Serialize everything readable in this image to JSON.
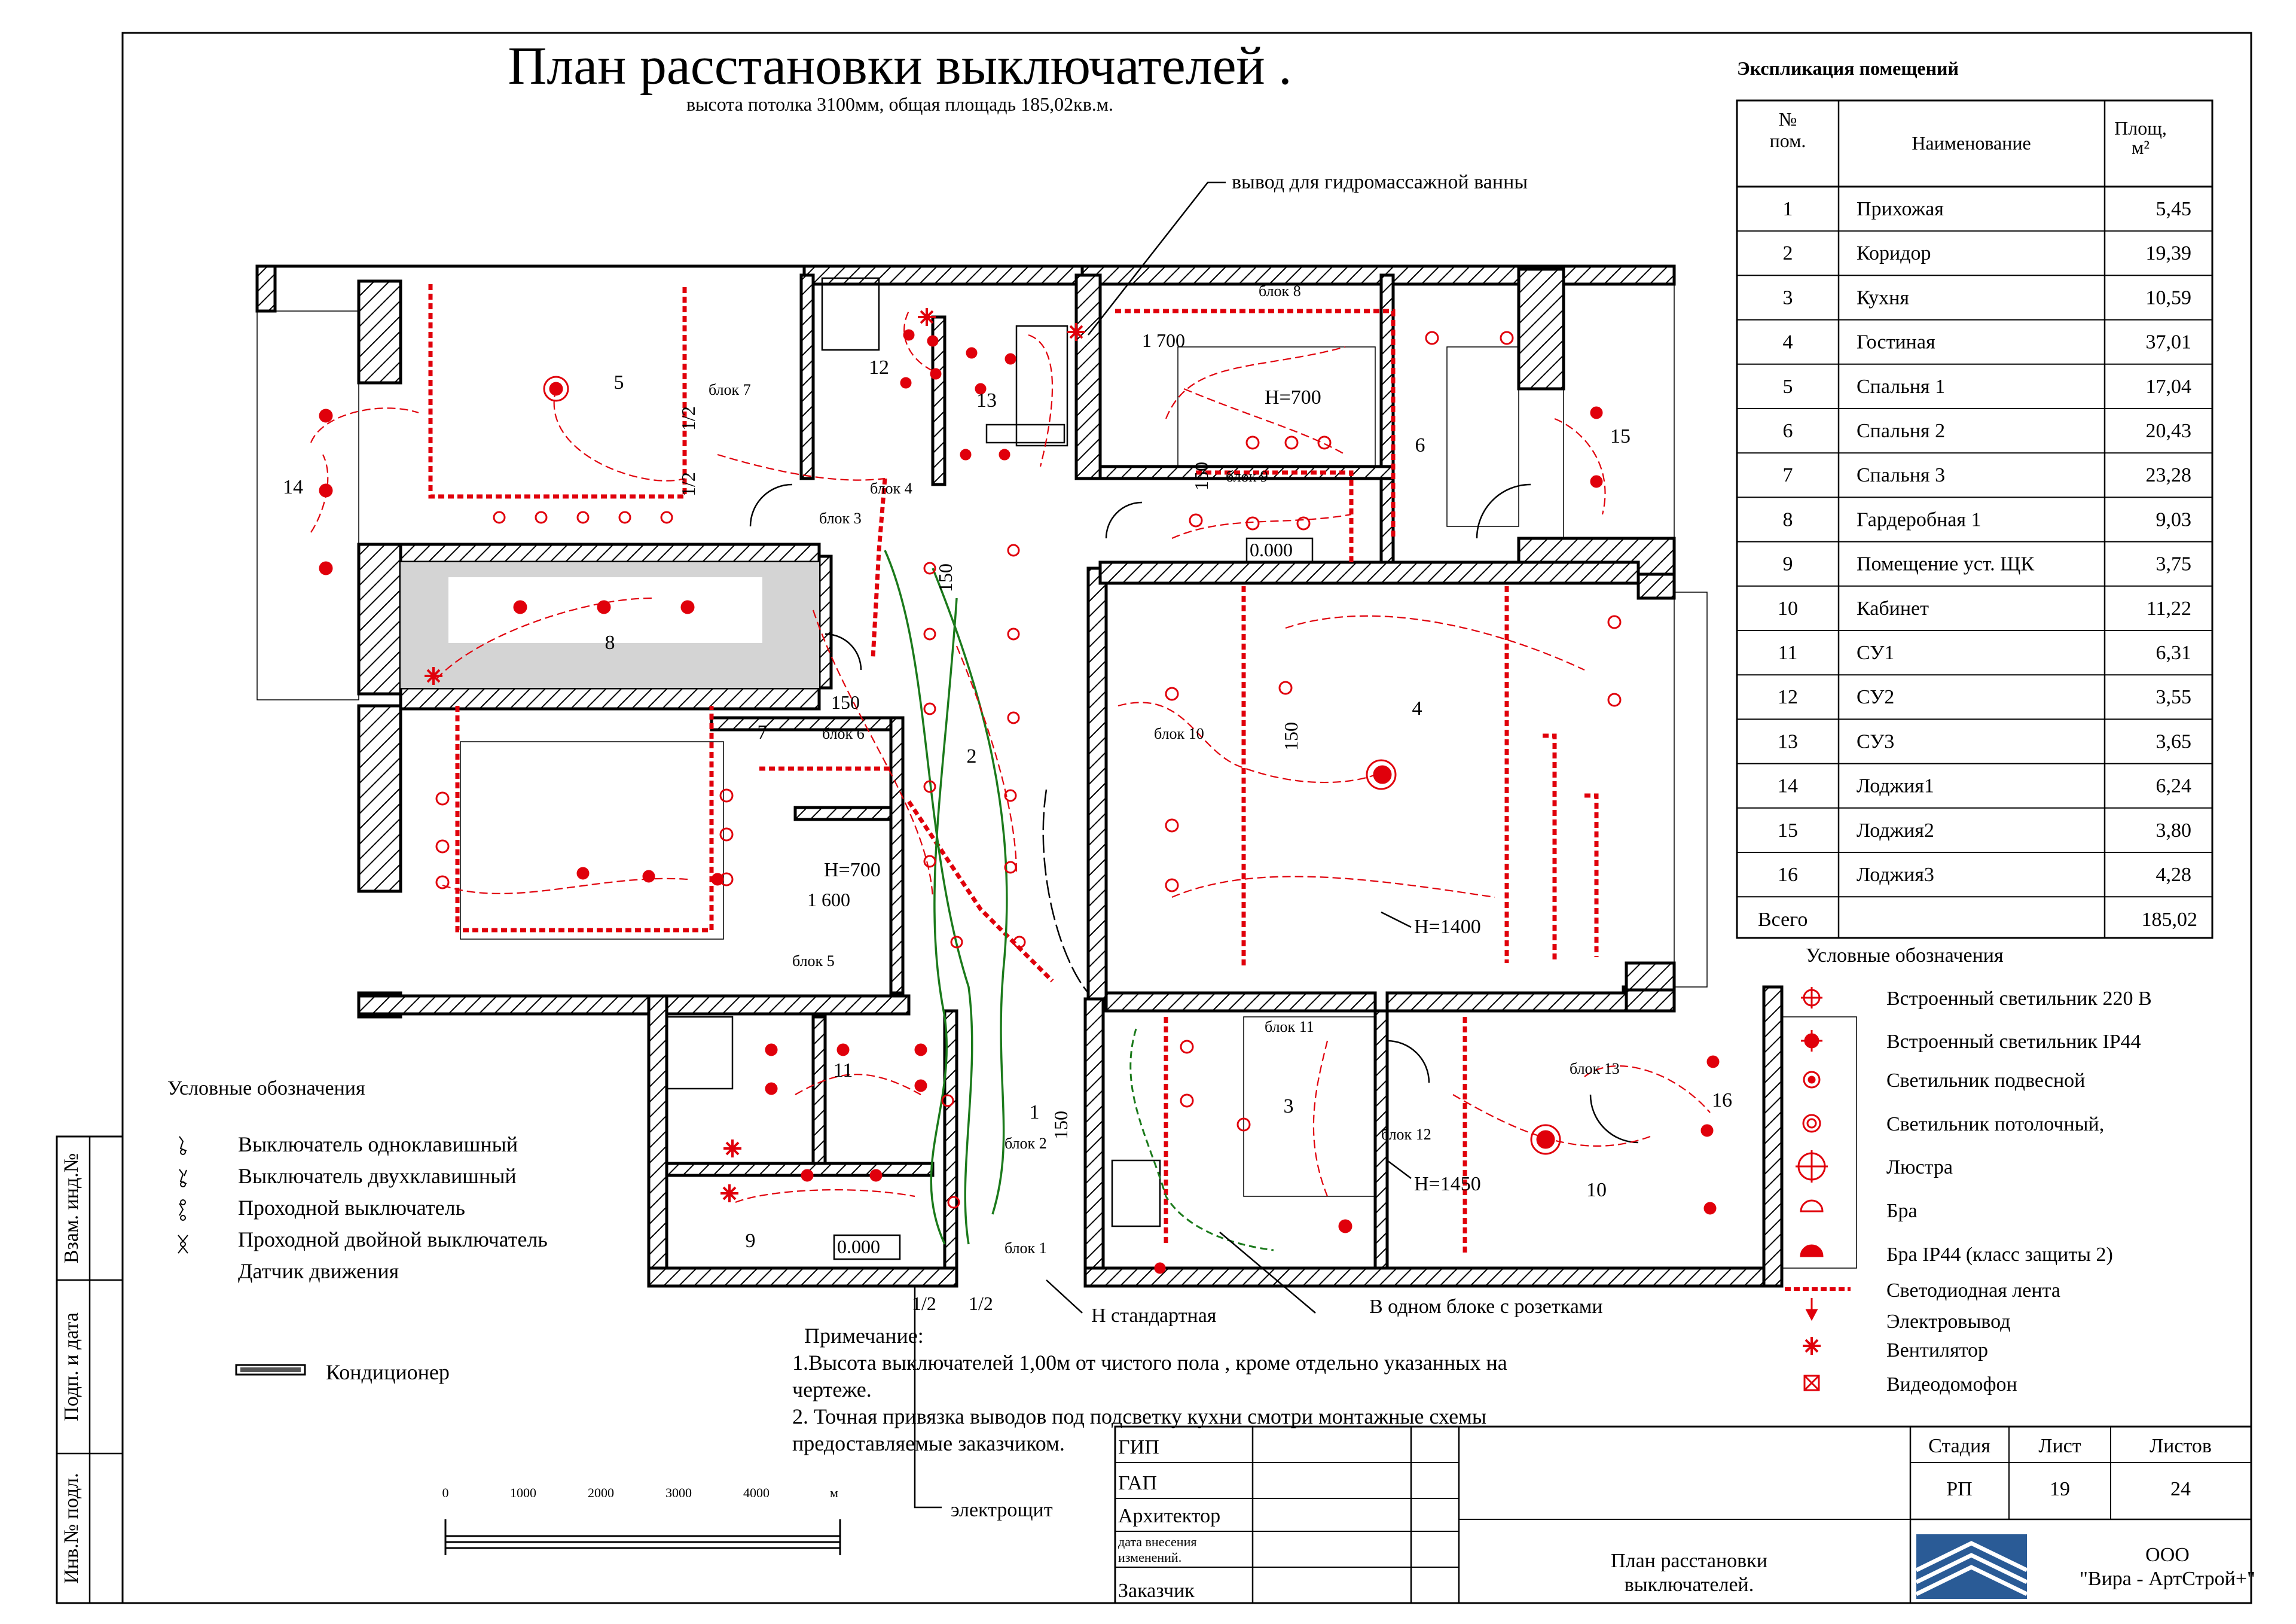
{
  "title": "План расстановки выключателей .",
  "subtitle": "высота потолка 3100мм, общая площадь  185,02кв.м.",
  "explication": {
    "heading": "Экспликация помещений",
    "col_no": "№ пом.",
    "col_name": "Наименование",
    "col_area": "Площ, м²",
    "rows": [
      {
        "no": "1",
        "name": "Прихожая",
        "area": "5,45"
      },
      {
        "no": "2",
        "name": "Коридор",
        "area": "19,39"
      },
      {
        "no": "3",
        "name": "Кухня",
        "area": "10,59"
      },
      {
        "no": "4",
        "name": "Гостиная",
        "area": "37,01"
      },
      {
        "no": "5",
        "name": "Спальня 1",
        "area": "17,04"
      },
      {
        "no": "6",
        "name": "Спальня 2",
        "area": "20,43"
      },
      {
        "no": "7",
        "name": "Спальня 3",
        "area": "23,28"
      },
      {
        "no": "8",
        "name": "Гардеробная 1",
        "area": "9,03"
      },
      {
        "no": "9",
        "name": "Помещение уст. ЩК",
        "area": "3,75"
      },
      {
        "no": "10",
        "name": "Кабинет",
        "area": "11,22"
      },
      {
        "no": "11",
        "name": "СУ1",
        "area": "6,31"
      },
      {
        "no": "12",
        "name": "СУ2",
        "area": "3,55"
      },
      {
        "no": "13",
        "name": "СУ3",
        "area": "3,65"
      },
      {
        "no": "14",
        "name": "Лоджия1",
        "area": "6,24"
      },
      {
        "no": "15",
        "name": "Лоджия2",
        "area": "3,80"
      },
      {
        "no": "16",
        "name": "Лоджия3",
        "area": "4,28"
      }
    ],
    "total_label": "Всего",
    "total_value": "185,02"
  },
  "legend_right": {
    "heading": "Условные обозначения",
    "items": [
      "Встроенный  светильник 220 В",
      "Встроенный  светильник IP44",
      "Светильник подвесной",
      "Светильник потолочный,",
      "Люстра",
      "Бра",
      "Бра IP44 (класс защиты 2)",
      "Светодиодная лента",
      "Электровывод",
      "Вентилятор",
      "Видеодомофон"
    ]
  },
  "legend_left": {
    "heading": "Условные обозначения",
    "items": [
      "Выключатель  одноклавишный",
      "Выключатель  двухклавишный",
      "Проходной выключатель",
      "Проходной двойной выключатель",
      "Датчик движения"
    ],
    "conditioner": "Кондиционер"
  },
  "notes": {
    "heading": "Примечание:",
    "line1": "1.Высота выключателей 1,00м от   чистого пола , кроме отдельно указанных на",
    "line2": "чертеже.",
    "line3": "2. Точная привязка выводов под подсветку кухни смотри монтажные схемы",
    "line4": "предоставляемые заказчиком."
  },
  "callouts": {
    "hydro": "вывод для гидромассажной ванны",
    "h_standard": "Н стандартная",
    "one_block": "В одном блоке с розетками",
    "panel": "электрощит"
  },
  "plan_labels": {
    "rooms": [
      "1",
      "2",
      "3",
      "4",
      "5",
      "6",
      "7",
      "8",
      "9",
      "10",
      "11",
      "12",
      "13",
      "14",
      "15",
      "16"
    ],
    "blocks": [
      "блок 1",
      "блок 2",
      "блок 3",
      "блок 4",
      "блок 5",
      "блок 6",
      "блок 7",
      "блок 8",
      "блок 9",
      "блок 10",
      "блок 11",
      "блок 12",
      "блок 13"
    ],
    "heights": [
      "H=700",
      "H=700",
      "H=1400",
      "H=1450"
    ],
    "dims": [
      "1 700",
      "1 600",
      "150",
      "150",
      "150",
      "150",
      "1/2",
      "1/2",
      "1/2",
      "1/2",
      "0.000",
      "0.000",
      "10"
    ]
  },
  "scale": {
    "ticks": [
      "0",
      "1000",
      "2000",
      "3000",
      "4000",
      "м"
    ]
  },
  "side_stamp": [
    "Взам. инд.№",
    "Подп. и дата",
    "Инв.№ подл."
  ],
  "stamp": {
    "roles": [
      "ГИП",
      "ГАП",
      "Архитектор",
      "дата внесения изменений.",
      "Заказчик"
    ],
    "stage_label": "Стадия",
    "sheet_label": "Лист",
    "sheets_label": "Листов",
    "stage": "РП",
    "sheet": "19",
    "sheets": "24",
    "sheet_title": "План расстановки выключателей.",
    "company_line1": "ООО",
    "company_line2": "\"Вира - АртСтрой+\""
  },
  "colors": {
    "accent_red": "#e0000b",
    "wire_green": "#1b7a1b",
    "logo_blue": "#2a5b96"
  }
}
